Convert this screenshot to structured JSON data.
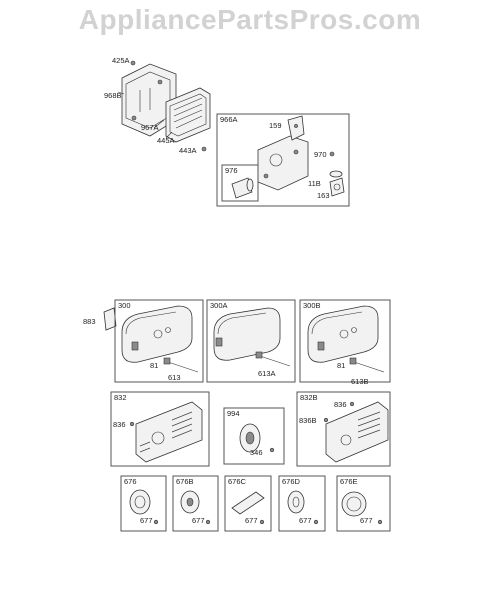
{
  "watermark": "AppliancePartsPros.com",
  "parts": {
    "p425A": "425A",
    "p968B": "968B",
    "p967A": "967A",
    "p445A": "445A",
    "p443A": "443A",
    "p966A": "966A",
    "p159": "159",
    "p970": "970",
    "p976": "976",
    "p11B": "11B",
    "p163": "163",
    "p883": "883",
    "p300": "300",
    "p300A": "300A",
    "p300B": "300B",
    "p81a": "81",
    "p613": "613",
    "p613A": "613A",
    "p81b": "81",
    "p613B": "613B",
    "p832": "832",
    "p836a": "836",
    "p994": "994",
    "p346": "346",
    "p832B": "832B",
    "p836b": "836",
    "p836B": "836B",
    "p676": "676",
    "p676B": "676B",
    "p676C": "676C",
    "p676D": "676D",
    "p676E": "676E",
    "p677a": "677",
    "p677b": "677",
    "p677c": "677",
    "p677d": "677",
    "p677e": "677"
  }
}
